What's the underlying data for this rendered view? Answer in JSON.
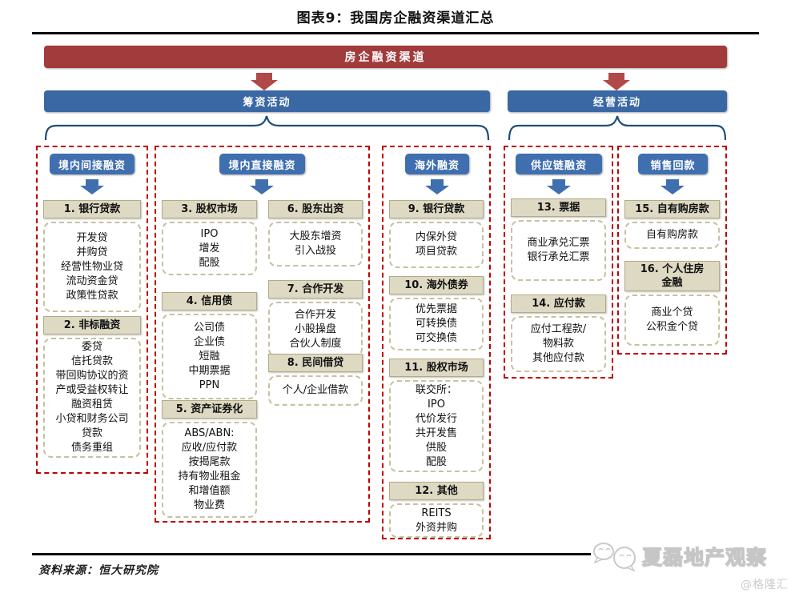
{
  "title": "图表9：我国房企融资渠道汇总",
  "chart": {
    "root_label": "房企融资渠道",
    "branches": [
      {
        "label": "筹资活动"
      },
      {
        "label": "经营活动"
      }
    ],
    "columns": [
      {
        "header": "境内间接融资",
        "groups": [
          {
            "title": "1. 银行贷款",
            "items": [
              "开发贷",
              "并购贷",
              "经营性物业贷",
              "流动资金贷",
              "政策性贷款"
            ]
          },
          {
            "title": "2. 非标融资",
            "items": [
              "委贷",
              "信托贷款",
              "带回购协议的资\n产或受益权转让",
              "融资租赁",
              "小贷和财务公司\n贷款",
              "债务重组"
            ]
          }
        ]
      },
      {
        "header": "境内直接融资",
        "groups": [
          {
            "title": "3. 股权市场",
            "items": [
              "IPO",
              "增发",
              "配股"
            ]
          },
          {
            "title": "4. 信用债",
            "items": [
              "公司债",
              "企业债",
              "短融",
              "中期票据",
              "PPN"
            ]
          },
          {
            "title": "5. 资产证券化",
            "items": [
              "ABS/ABN:",
              "应收/应付款",
              "按揭尾款",
              "持有物业租金\n和增值额",
              "物业费"
            ]
          },
          {
            "title": "6. 股东出资",
            "items": [
              "大股东增资",
              "引入战投"
            ]
          },
          {
            "title": "7. 合作开发",
            "items": [
              "合作开发",
              "小股操盘",
              "合伙人制度"
            ]
          },
          {
            "title": "8. 民间借贷",
            "items": [
              "个人/企业借款"
            ]
          }
        ]
      },
      {
        "header": "海外融资",
        "groups": [
          {
            "title": "9. 银行贷款",
            "items": [
              "内保外贷",
              "项目贷款"
            ]
          },
          {
            "title": "10. 海外债券",
            "items": [
              "优先票据",
              "可转换债",
              "可交换债"
            ]
          },
          {
            "title": "11. 股权市场",
            "items": [
              "联交所：",
              "IPO",
              "代价发行",
              "共开发售",
              "供股",
              "配股"
            ]
          },
          {
            "title": "12. 其他",
            "items": [
              "REITS",
              "外资并购"
            ]
          }
        ]
      },
      {
        "header": "供应链融资",
        "groups": [
          {
            "title": "13. 票据",
            "items": [
              "商业承兑汇票",
              "银行承兑汇票"
            ]
          },
          {
            "title": "14. 应付款",
            "items": [
              "应付工程款/\n物料款",
              "其他应付款"
            ]
          }
        ]
      },
      {
        "header": "销售回款",
        "groups": [
          {
            "title": "15. 自有购房款",
            "items": [
              "自有购房款"
            ]
          },
          {
            "title": "16. 个人住房\n金融",
            "items": [
              "商业个贷",
              "公积金个贷"
            ]
          }
        ]
      }
    ]
  },
  "footer": {
    "source": "资料来源：恒大研究院",
    "brand": "夏磊地产观察",
    "watermark": "@格隆汇"
  },
  "colors": {
    "root_red": "#A23B3C",
    "bar_blue": "#3A68A4",
    "box_blue": "#3F6FAE",
    "tan": "#DDD9C3",
    "dash_red": "#C00000"
  }
}
